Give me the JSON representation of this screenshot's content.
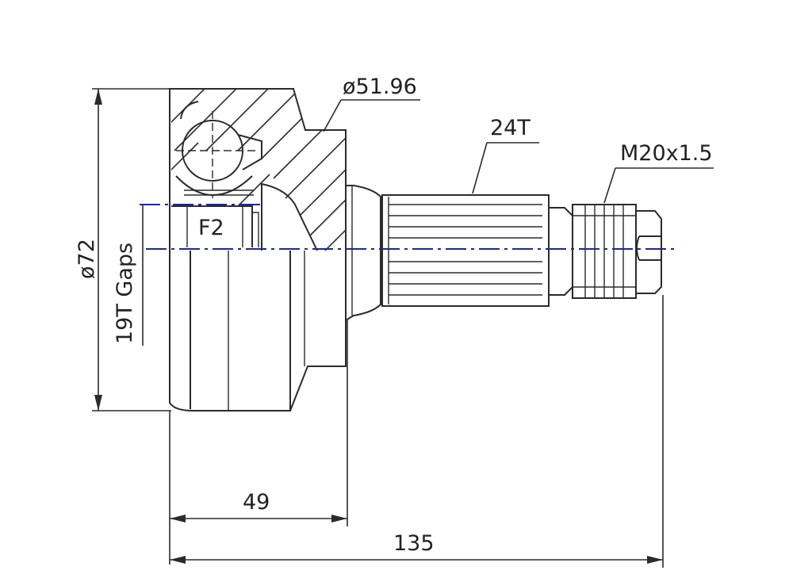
{
  "labels": {
    "diameter_outer": "ø72",
    "diameter_seal": "ø51.96",
    "spline_outer": "24T",
    "thread": "M20x1.5",
    "gaps": "19T Gaps",
    "marker": "F2",
    "length_body": "49",
    "length_total": "135"
  },
  "colors": {
    "line": "#2b2b2b",
    "centerline": "#1f2a8a",
    "text": "#222222"
  }
}
